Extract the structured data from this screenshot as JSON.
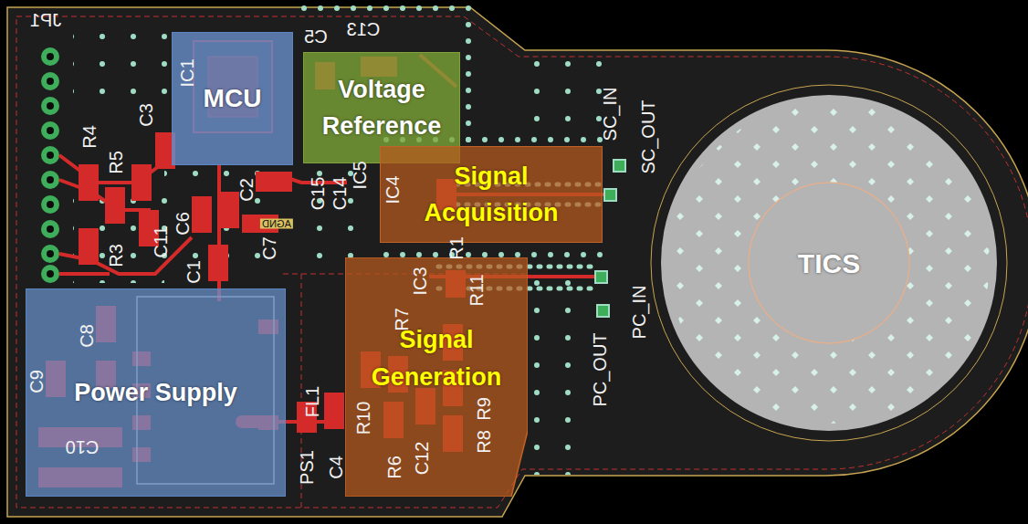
{
  "diagram": {
    "nodes": [
      {
        "text": [
          "MCU"
        ]
      },
      {
        "text": [
          "Voltage Reference"
        ]
      },
      {
        "text": [
          "Signal Acquisition"
        ]
      },
      {
        "text": [
          "Signal Generation"
        ]
      },
      {
        "text": [
          "Power Supply"
        ]
      },
      {
        "text": [
          "TICS"
        ]
      }
    ],
    "labels": [
      "JP1",
      "IC1",
      "C5",
      "C13",
      "R4",
      "C3",
      "R5",
      "R3",
      "C11",
      "C6",
      "C1",
      "C2",
      "C7",
      "C14",
      "C15",
      "IC5",
      "IC4",
      "R1",
      "SC_IN",
      "SC_OUT",
      "PC_IN",
      "PC_OUT",
      "AGND",
      "IC3",
      "R7",
      "R11",
      "R9",
      "R8",
      "R10",
      "R6",
      "C12",
      "C4",
      "FL1",
      "PS1",
      "C8",
      "C9",
      "C10"
    ]
  }
}
